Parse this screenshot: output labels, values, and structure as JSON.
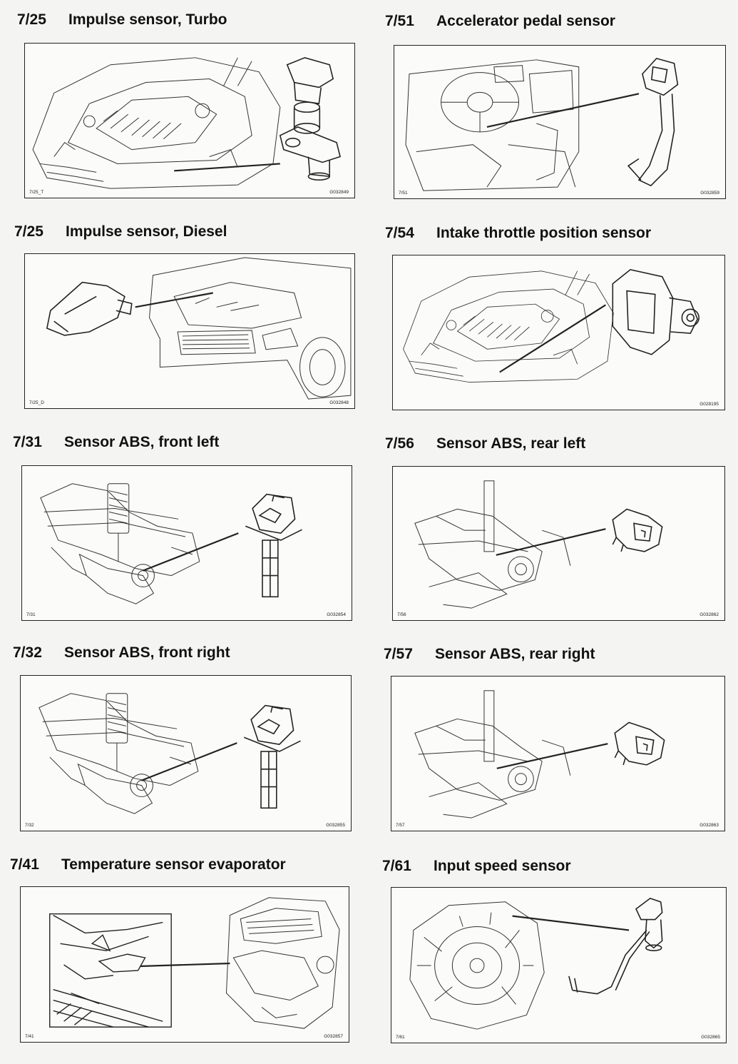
{
  "sections": [
    {
      "code": "7/25",
      "title": "Impulse sensor, Turbo",
      "fig_ref": "7/25_T",
      "fig_id": "G032849"
    },
    {
      "code": "7/51",
      "title": "Accelerator pedal sensor",
      "fig_ref": "7/51",
      "fig_id": "G032859"
    },
    {
      "code": "7/25",
      "title": "Impulse sensor, Diesel",
      "fig_ref": "7/25_D",
      "fig_id": "G032848"
    },
    {
      "code": "7/54",
      "title": "Intake throttle position sensor",
      "fig_ref": "",
      "fig_id": "G028195"
    },
    {
      "code": "7/31",
      "title": "Sensor ABS, front left",
      "fig_ref": "7/31",
      "fig_id": "G032854"
    },
    {
      "code": "7/56",
      "title": "Sensor ABS, rear left",
      "fig_ref": "7/56",
      "fig_id": "G032862"
    },
    {
      "code": "7/32",
      "title": "Sensor ABS, front right",
      "fig_ref": "7/32",
      "fig_id": "G032855"
    },
    {
      "code": "7/57",
      "title": "Sensor ABS, rear right",
      "fig_ref": "7/57",
      "fig_id": "G032863"
    },
    {
      "code": "7/41",
      "title": "Temperature sensor evaporator",
      "fig_ref": "7/41",
      "fig_id": "G032857"
    },
    {
      "code": "7/61",
      "title": "Input speed sensor",
      "fig_ref": "7/61",
      "fig_id": "G032865"
    }
  ]
}
